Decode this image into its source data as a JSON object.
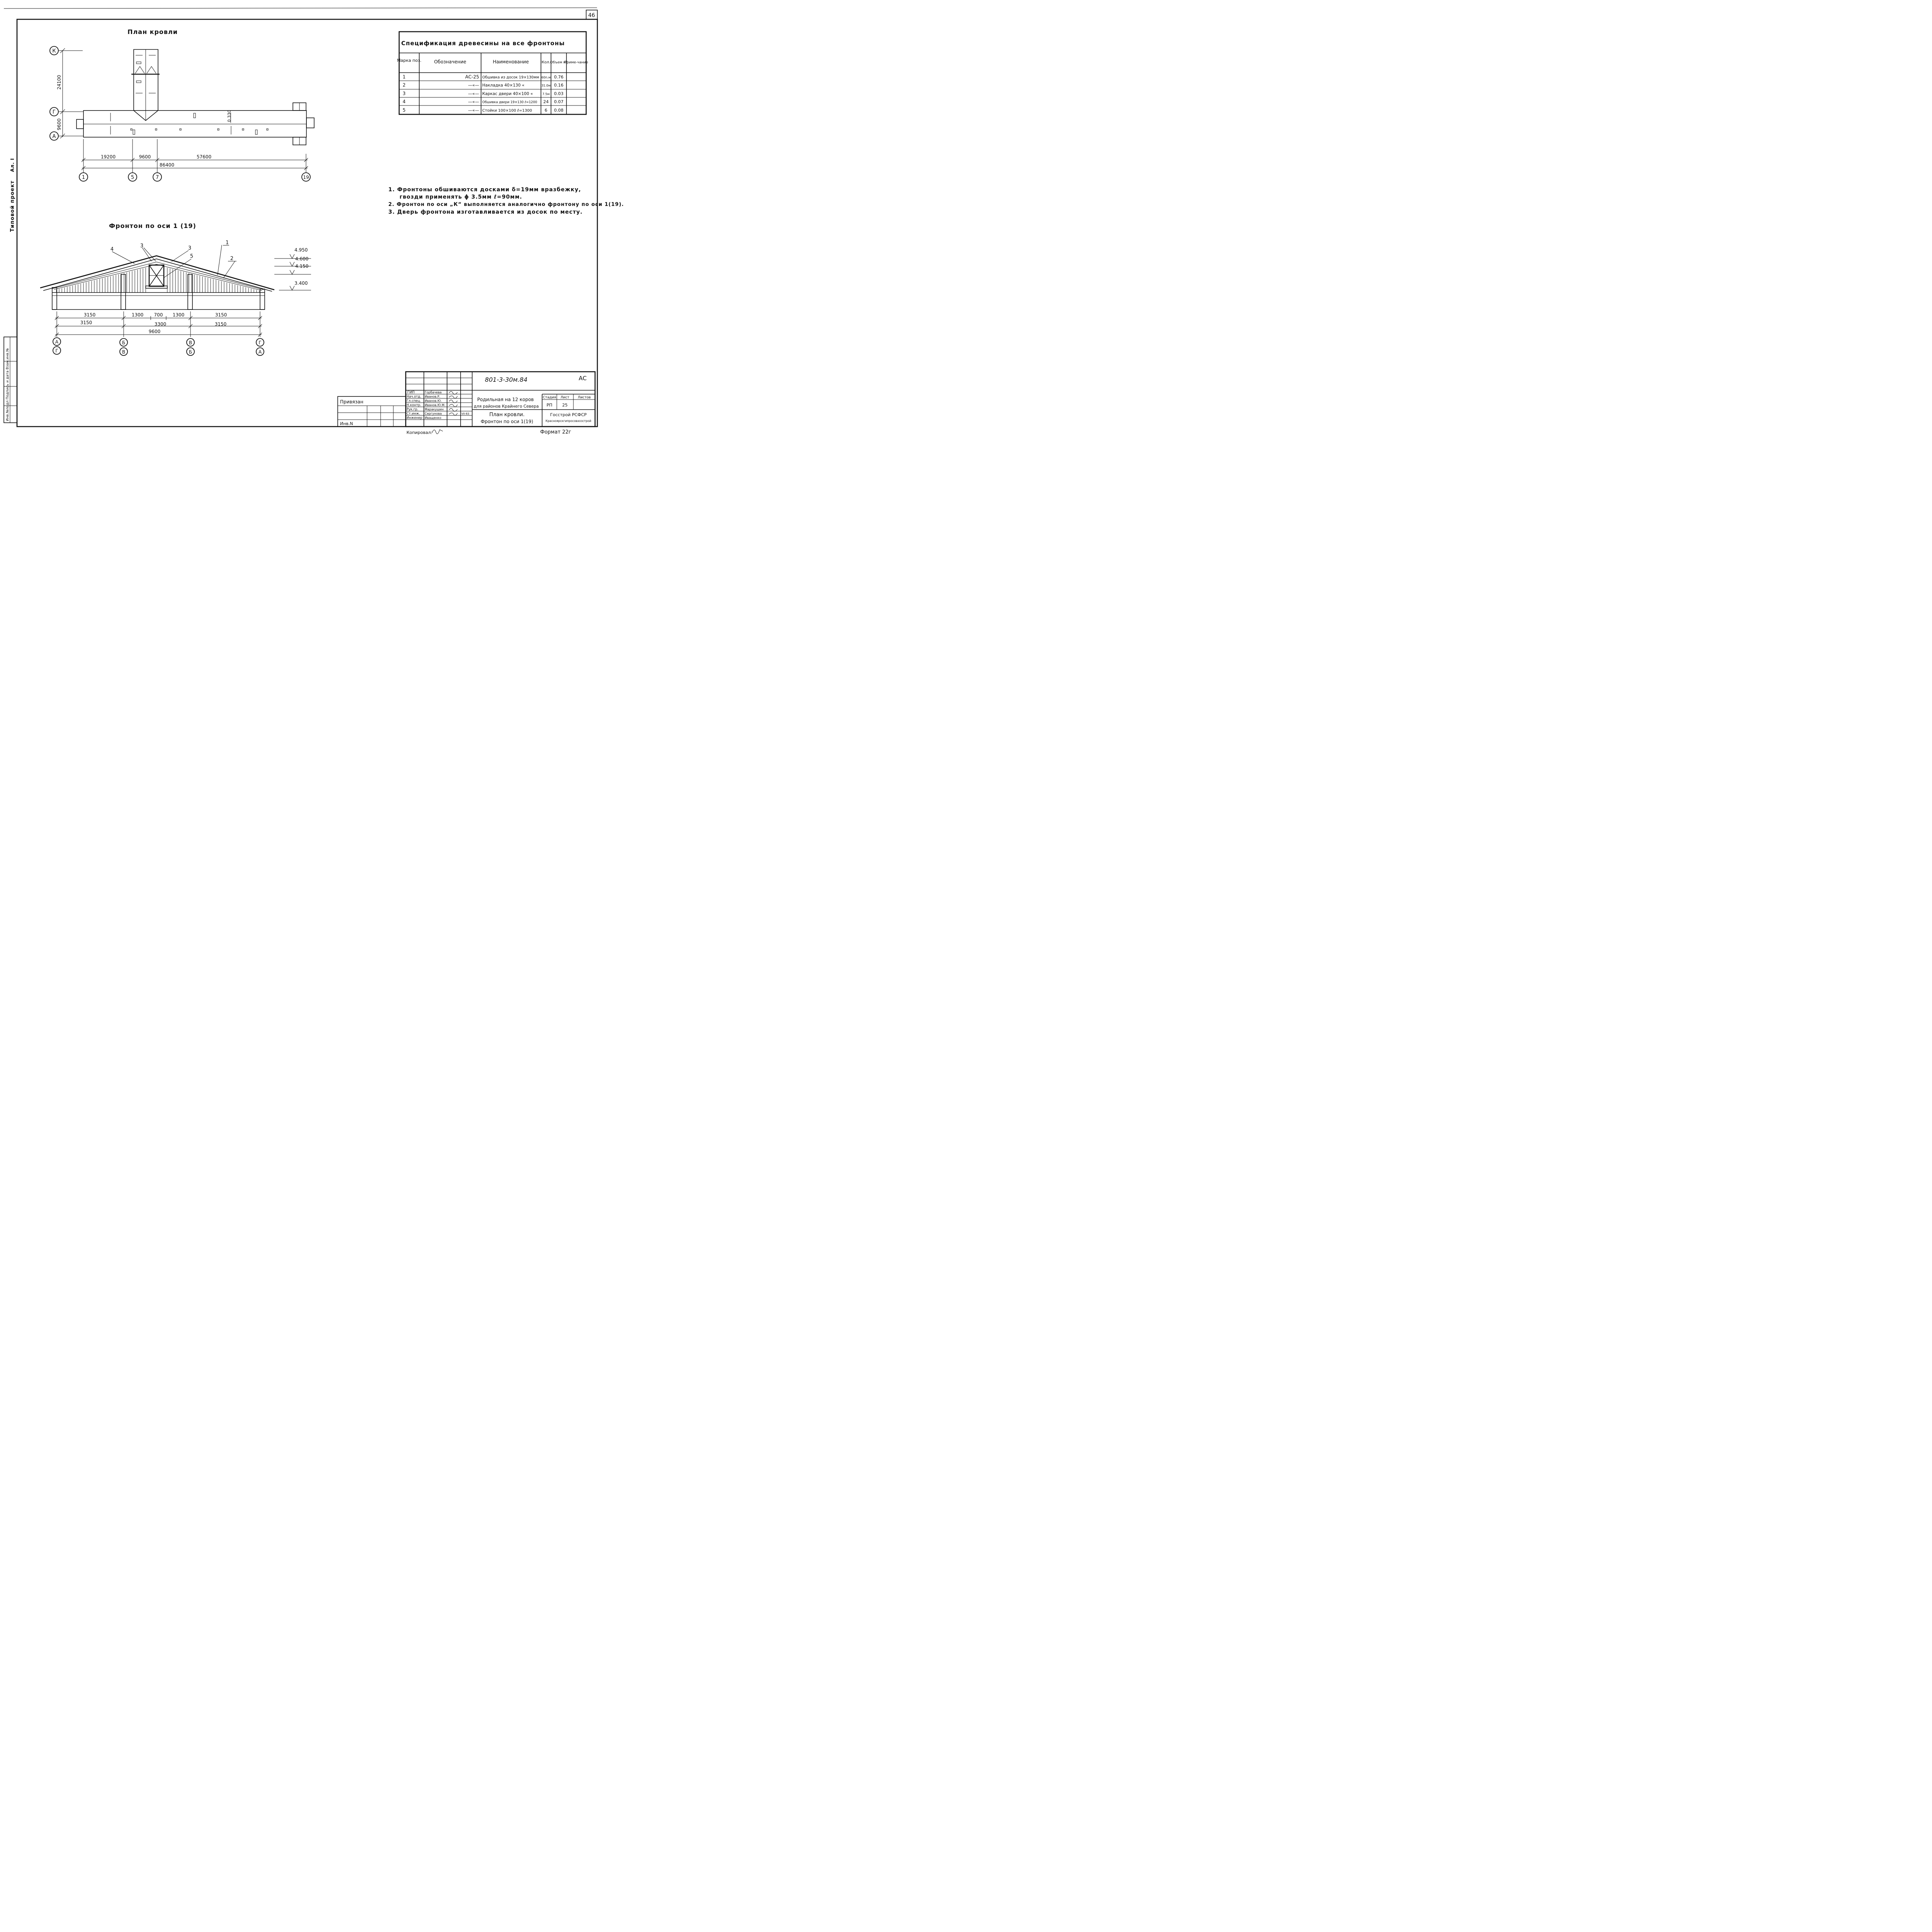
{
  "sheet": {
    "page_number": "46",
    "side_label_top": "Типовой проект",
    "side_label_album": "Ал. I",
    "side_stamp": "Инв.№подл Подпись и дата Взам.инв.№"
  },
  "roof_plan": {
    "title": "План кровли",
    "axes_vertical": [
      "К",
      "Г",
      "А"
    ],
    "axes_horizontal": [
      "1",
      "5",
      "7",
      "19"
    ],
    "dim_24100": "24100",
    "dim_9600_v": "9600",
    "dim_0330": "0.330",
    "dims_horizontal": [
      "19200",
      "9600",
      "57600"
    ],
    "dim_total": "86400"
  },
  "spec_table": {
    "title": "Спецификация древесины на все фронтоны",
    "headers": [
      "Марка поз.",
      "Обозначение",
      "Наименование",
      "Кол.",
      "Объем м³",
      "Приме-чание"
    ],
    "rows": [
      {
        "mark": "1",
        "designation": "АС-25",
        "name": "Обшивка из досок 19×130мм",
        "qty": "60п.м",
        "volume": "0.76",
        "note": ""
      },
      {
        "mark": "2",
        "designation": "—«—",
        "name": "Накладка 40×130 «",
        "qty": "31.0м",
        "volume": "0.16",
        "note": ""
      },
      {
        "mark": "3",
        "designation": "—«—",
        "name": "Каркас двери 40×100 «",
        "qty": "7.5м",
        "volume": "0.03",
        "note": ""
      },
      {
        "mark": "4",
        "designation": "—«—",
        "name": "Обшивка двери 19×130 ℓ=1200",
        "qty": "24",
        "volume": "0.07",
        "note": ""
      },
      {
        "mark": "5",
        "designation": "—«—",
        "name": "Стойки 100×100 ℓ=1300",
        "qty": "6",
        "volume": "0.08",
        "note": ""
      }
    ]
  },
  "notes": [
    "1. Фронтоны обшиваются досками δ=19мм вразбежку,",
    "гвозди применять ϕ 3.5мм ℓ=90мм.",
    "2. Фронтон по оси „К“ выполняется аналогично фронтону по оси 1(19).",
    "3. Дверь фронтона изготавливается из досок по месту."
  ],
  "gable": {
    "title": "Фронтон по оси 1 (19)",
    "callouts": [
      "4",
      "3",
      "3",
      "5",
      "1",
      "2"
    ],
    "levels": [
      "4.950",
      "4.600",
      "4.150",
      "3.400"
    ],
    "dims_row1": [
      "3150",
      "1300",
      "700",
      "1300",
      "3150"
    ],
    "dims_row2": [
      "3150",
      "3300",
      "3150"
    ],
    "dim_total": "9600",
    "axes_top": [
      "А",
      "Б",
      "В",
      "Г"
    ],
    "axes_bottom": [
      "Г",
      "В",
      "Б",
      "А"
    ]
  },
  "title_block": {
    "code": "801-3-30м.84",
    "stage_mark": "АС",
    "roles": [
      "ГИП",
      "Нач.отд.",
      "Гл.спец.",
      "Н.контр.",
      "Рук.гр.",
      "Ст.инж.",
      "Инженер"
    ],
    "names": [
      "Горбачева",
      "Иванов.Р.",
      "Иванов.Ю.",
      "Иванов.Ю.М.",
      "Маракушин",
      "Сергунова",
      "Иващенко"
    ],
    "date": "VII-83",
    "project_title_1": "Родильная на 12 коров",
    "project_title_2": "для районов Крайнего Севера",
    "sheet_title_1": "План кровли.",
    "sheet_title_2": "Фронтон по оси 1(19)",
    "stage_header": "Стадия",
    "sheet_header": "Лист",
    "sheets_header": "Листов",
    "stage_value": "РП",
    "sheet_value": "25",
    "org_1": "Госстрой РСФСР",
    "org_2": "Красноярскгипросовхозстрой",
    "bound_label": "Привязан",
    "inv_label": "Инв.N",
    "copied_label": "Копировал:",
    "format_label": "Формат 22г"
  }
}
